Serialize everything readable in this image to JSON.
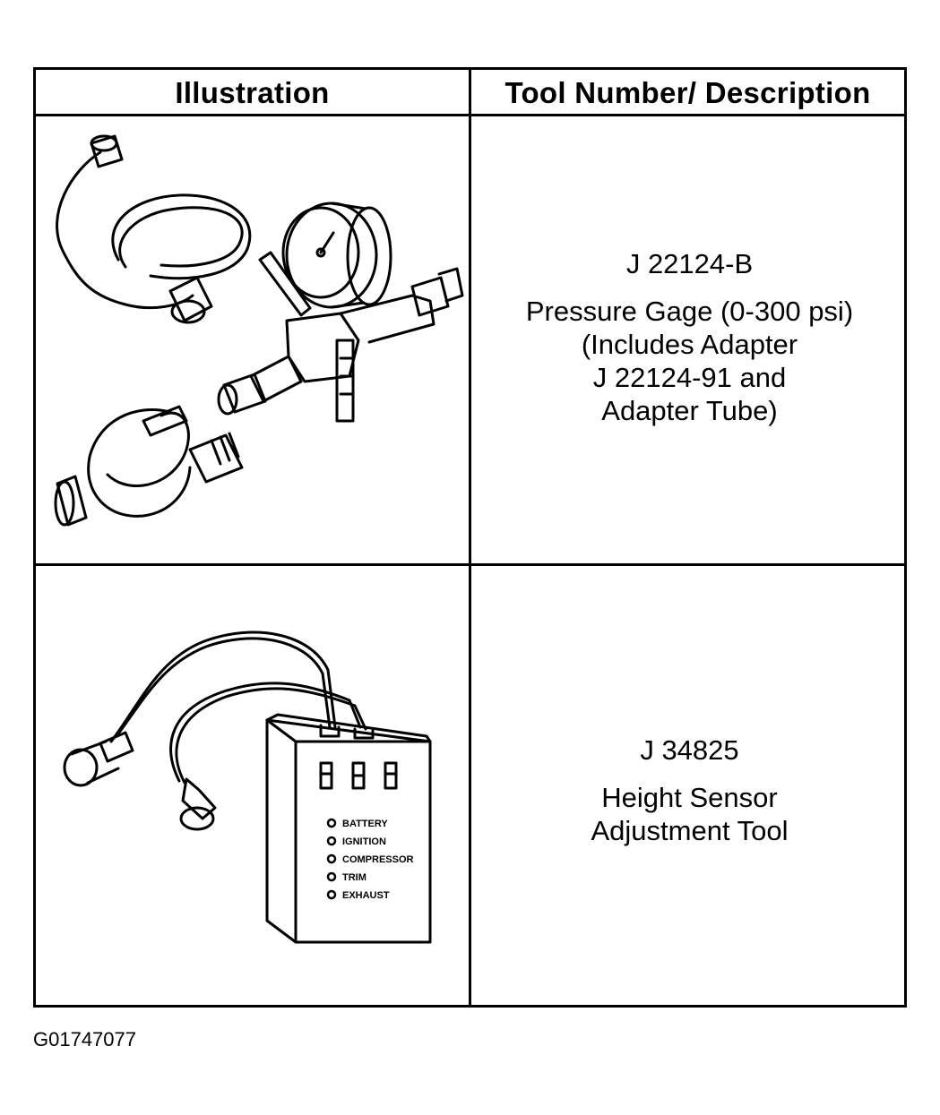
{
  "table": {
    "headers": {
      "illustration": "Illustration",
      "tool_description": "Tool Number/ Description"
    },
    "rows": [
      {
        "tool_number": "J 22124-B",
        "name": "Pressure Gage (0-300 psi)",
        "note_lines": [
          "(Includes Adapter",
          "J 22124-91 and",
          "Adapter Tube)"
        ]
      },
      {
        "tool_number": "J 34825",
        "name_lines": [
          "Height Sensor",
          "Adjustment Tool"
        ],
        "panel_labels": [
          "BATTERY",
          "IGNITION",
          "COMPRESSOR",
          "TRIM",
          "EXHAUST"
        ]
      }
    ]
  },
  "figure_code": "G01747077"
}
